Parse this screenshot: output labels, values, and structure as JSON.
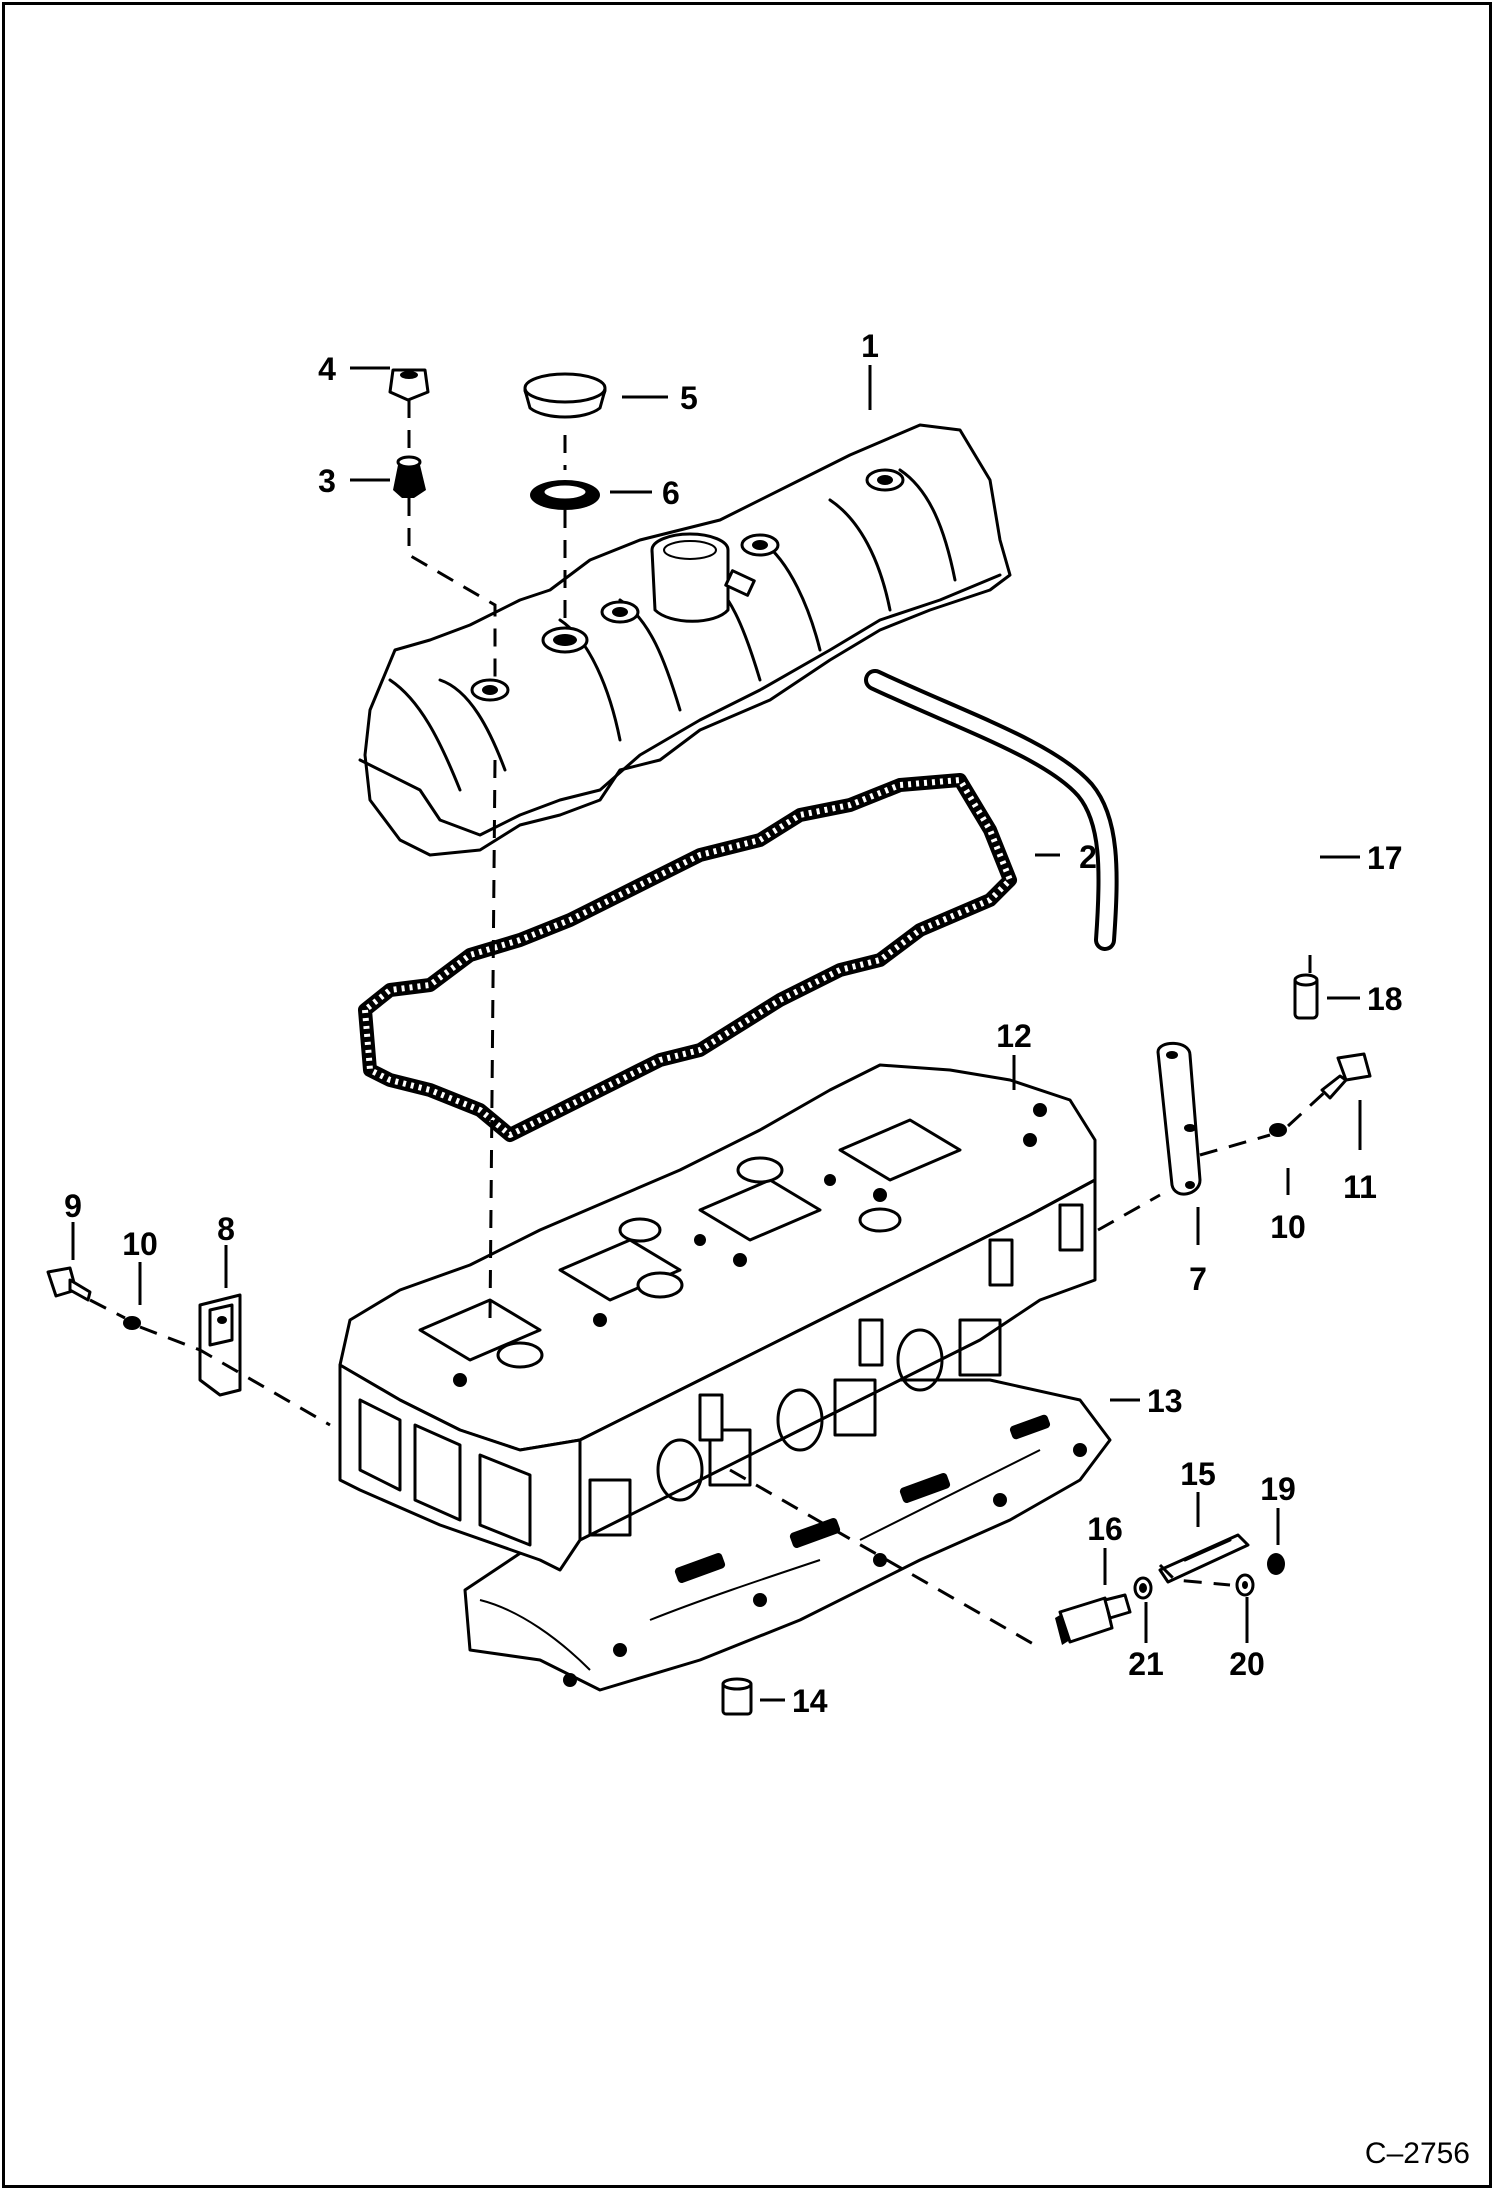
{
  "diagram": {
    "callouts": [
      {
        "id": "c1",
        "text": "1"
      },
      {
        "id": "c2",
        "text": "2"
      },
      {
        "id": "c3",
        "text": "3"
      },
      {
        "id": "c4",
        "text": "4"
      },
      {
        "id": "c5",
        "text": "5"
      },
      {
        "id": "c6",
        "text": "6"
      },
      {
        "id": "c7",
        "text": "7"
      },
      {
        "id": "c8",
        "text": "8"
      },
      {
        "id": "c9",
        "text": "9"
      },
      {
        "id": "c10a",
        "text": "10"
      },
      {
        "id": "c10b",
        "text": "10"
      },
      {
        "id": "c11",
        "text": "11"
      },
      {
        "id": "c12",
        "text": "12"
      },
      {
        "id": "c13",
        "text": "13"
      },
      {
        "id": "c14",
        "text": "14"
      },
      {
        "id": "c15",
        "text": "15"
      },
      {
        "id": "c16",
        "text": "16"
      },
      {
        "id": "c17",
        "text": "17"
      },
      {
        "id": "c18",
        "text": "18"
      },
      {
        "id": "c19",
        "text": "19"
      },
      {
        "id": "c20",
        "text": "20"
      },
      {
        "id": "c21",
        "text": "21"
      }
    ],
    "figure_id": "C–2756"
  }
}
